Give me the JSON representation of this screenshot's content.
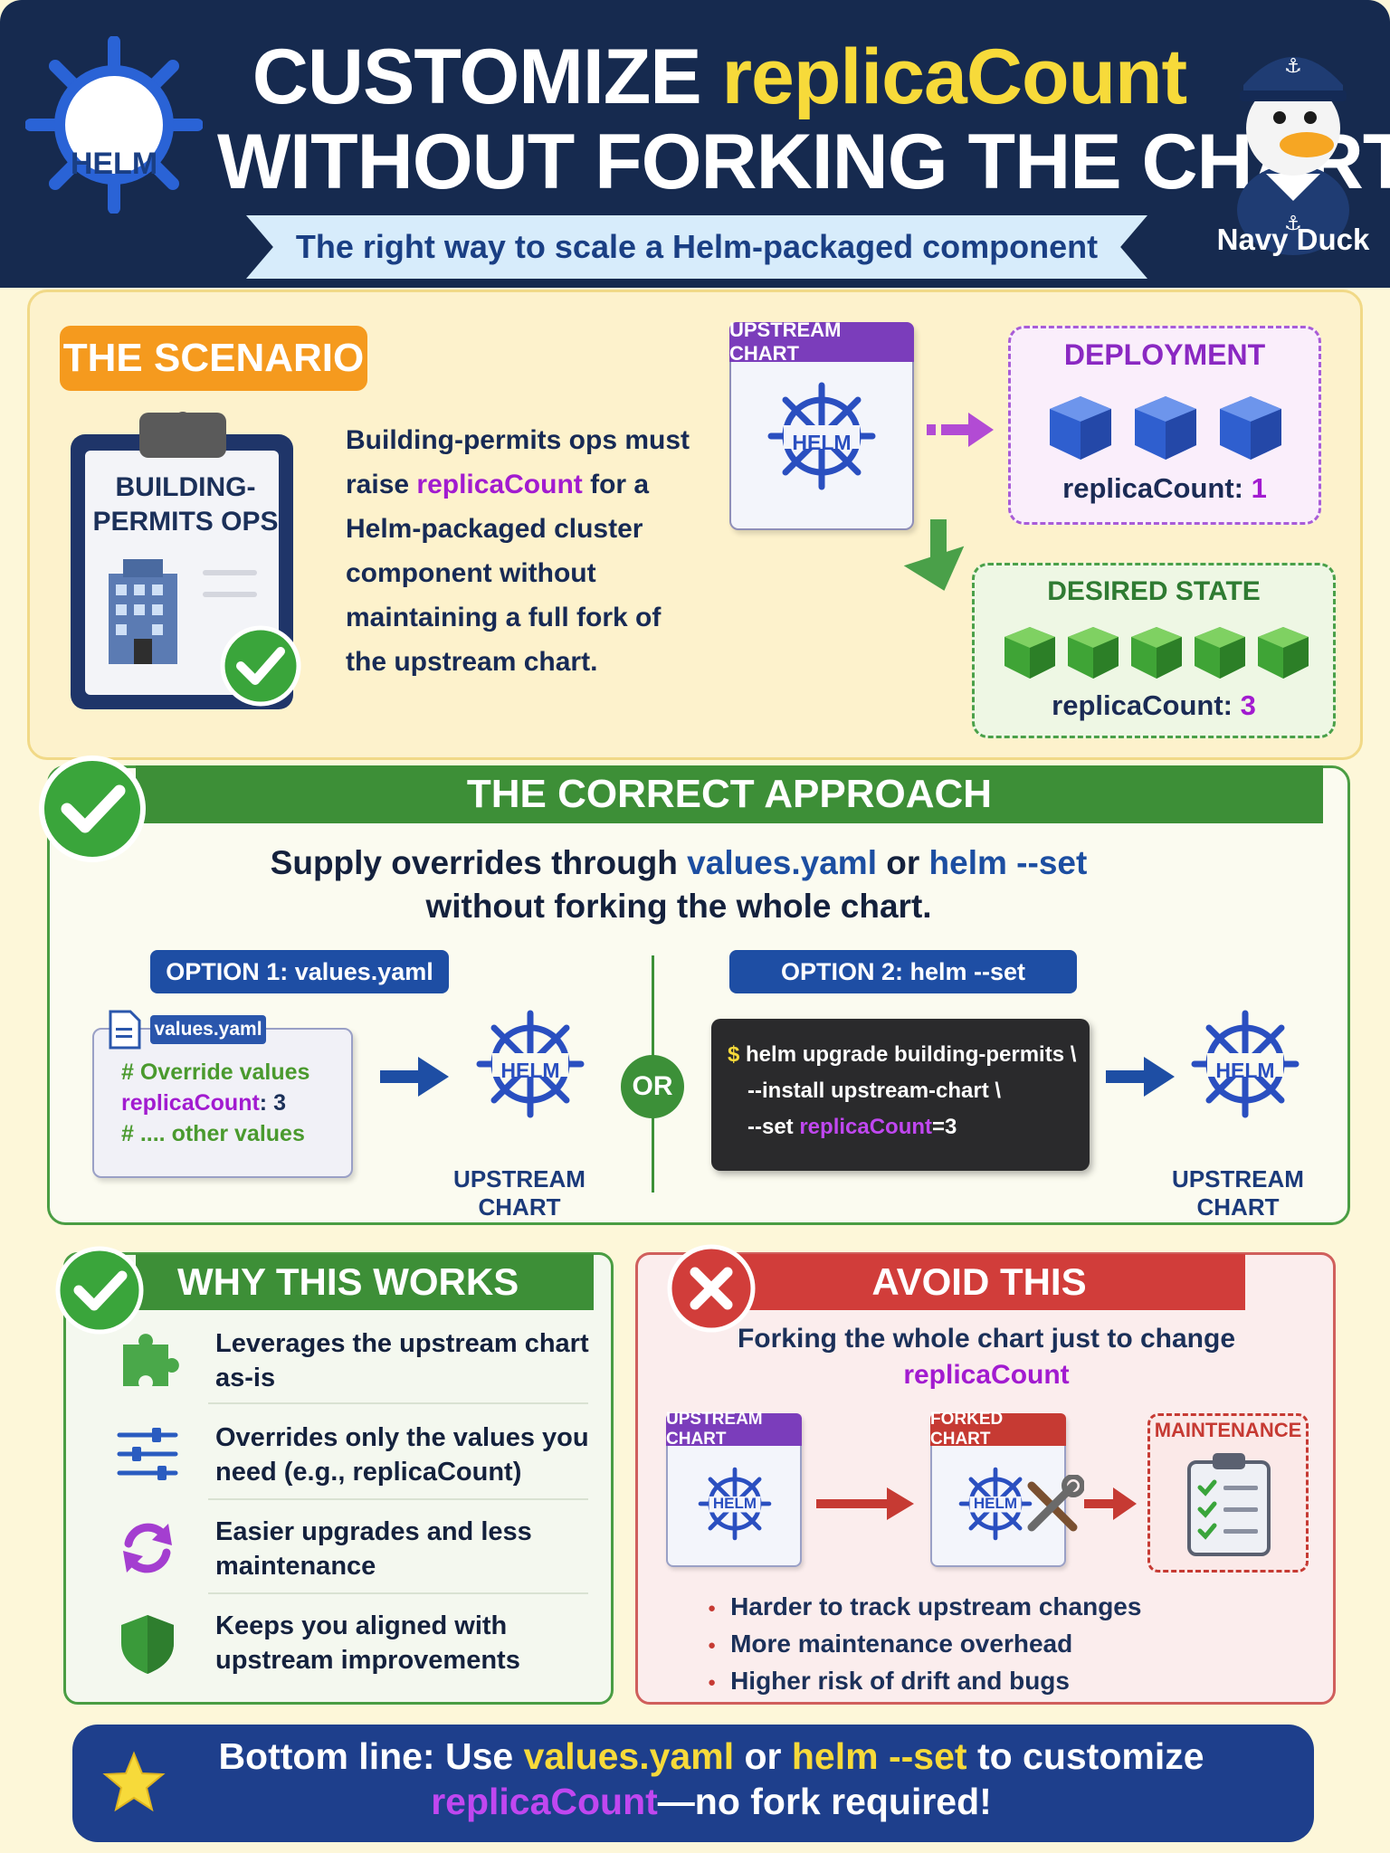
{
  "header": {
    "title_line1_a": "CUSTOMIZE ",
    "title_line1_b": "replicaCount",
    "title_line2": "WITHOUT FORKING THE CHART",
    "subtitle": "The right way to scale a Helm-packaged component",
    "logo_text": "HELM",
    "mascot_label": "Navy Duck"
  },
  "scenario": {
    "tag": "THE SCENARIO",
    "clipboard_label_1": "BUILDING-",
    "clipboard_label_2": "PERMITS OPS",
    "text_a": "Building-permits ops must raise ",
    "text_hl": "replicaCount",
    "text_b": " for a Helm-packaged cluster component without maintaining a full fork of the upstream chart.",
    "upstream_tag": "UPSTREAM CHART",
    "helm_text": "HELM",
    "deployment_title": "DEPLOYMENT",
    "deployment_rc_label": "replicaCount: ",
    "deployment_rc_value": "1",
    "desired_title": "DESIRED STATE",
    "desired_rc_label": "replicaCount: ",
    "desired_rc_value": "3"
  },
  "approach": {
    "title": "THE CORRECT APPROACH",
    "lead_a": "Supply overrides through ",
    "lead_b": "values.yaml",
    "lead_c": " or ",
    "lead_d": "helm --set",
    "lead_e": "without forking the whole chart.",
    "option1": "OPTION 1: values.yaml",
    "option2": "OPTION 2: helm --set",
    "yaml_file": "values.yaml",
    "yaml_line1": "# Override values",
    "yaml_line2_key": "replicaCount",
    "yaml_line2_val": ": 3",
    "yaml_line3": "# .... other values",
    "or_label": "OR",
    "upstream_label": "UPSTREAM CHART",
    "term_prompt": "$ ",
    "term_line1": "helm upgrade building-permits \\",
    "term_line2": "--install upstream-chart \\",
    "term_line3_a": "--set ",
    "term_line3_b": "replicaCount",
    "term_line3_c": "=3",
    "helm_text": "HELM"
  },
  "why": {
    "title": "WHY THIS WORKS",
    "items": [
      {
        "text": "Leverages the upstream chart as-is",
        "icon": "puzzle-icon"
      },
      {
        "text": "Overrides only the values you need (e.g., replicaCount)",
        "icon": "sliders-icon"
      },
      {
        "text": "Easier upgrades and less maintenance",
        "icon": "refresh-icon"
      },
      {
        "text": "Keeps you aligned with upstream improvements",
        "icon": "shield-icon"
      }
    ]
  },
  "avoid": {
    "title": "AVOID THIS",
    "lead_a": "Forking the whole chart just to change ",
    "lead_b": "replicaCount",
    "upstream_tag": "UPSTREAM CHART",
    "forked_tag": "FORKED CHART",
    "maintenance_tag": "MAINTENANCE",
    "helm_text": "HELM",
    "bullets": [
      "Harder to track upstream changes",
      "More maintenance overhead",
      "Higher risk of drift and bugs"
    ]
  },
  "bottom": {
    "a": "Bottom line: Use ",
    "b": "values.yaml",
    "c": " or ",
    "d": "helm --set",
    "e": " to customize ",
    "f": "replicaCount",
    "g": "—no fork required!"
  },
  "colors": {
    "navy": "#162a4f",
    "accent_yellow": "#f7da3a",
    "purple": "#a21bd0",
    "green": "#3d8f37",
    "red": "#d13d3a",
    "blue": "#1e4ea4"
  }
}
